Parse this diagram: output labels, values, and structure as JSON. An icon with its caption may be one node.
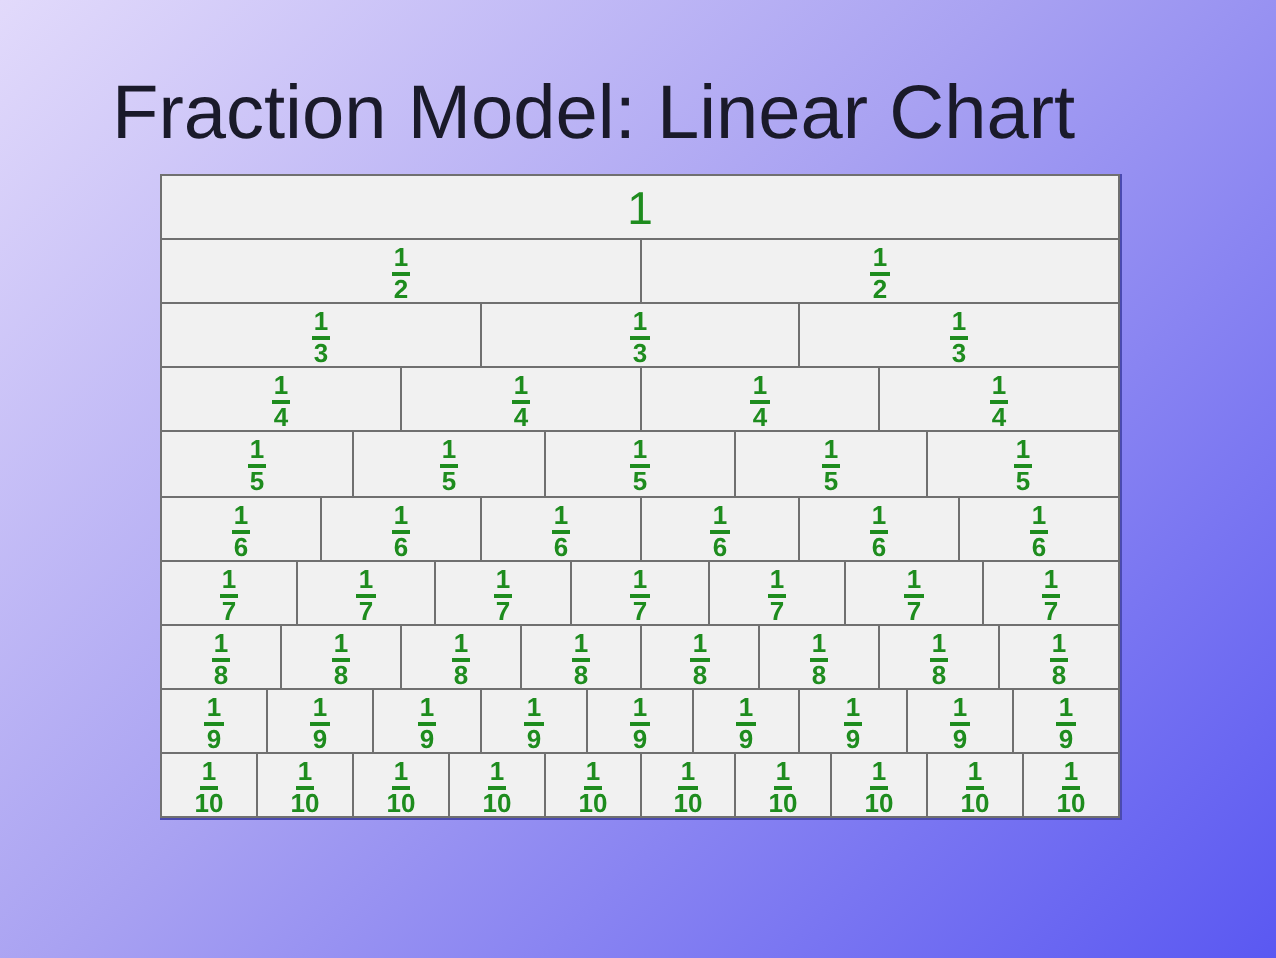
{
  "diagram": {
    "title": "Fraction Model: Linear Chart",
    "nodes": [
      {
        "text": [
          "1"
        ]
      },
      {
        "text": [
          "1",
          "2"
        ]
      },
      {
        "text": [
          "1",
          "2"
        ]
      },
      {
        "text": [
          "1",
          "3"
        ]
      },
      {
        "text": [
          "1",
          "3"
        ]
      },
      {
        "text": [
          "1",
          "3"
        ]
      },
      {
        "text": [
          "1",
          "4"
        ]
      },
      {
        "text": [
          "1",
          "4"
        ]
      },
      {
        "text": [
          "1",
          "4"
        ]
      },
      {
        "text": [
          "1",
          "4"
        ]
      },
      {
        "text": [
          "1",
          "5"
        ]
      },
      {
        "text": [
          "1",
          "5"
        ]
      },
      {
        "text": [
          "1",
          "5"
        ]
      },
      {
        "text": [
          "1",
          "5"
        ]
      },
      {
        "text": [
          "1",
          "5"
        ]
      },
      {
        "text": [
          "1",
          "6"
        ]
      },
      {
        "text": [
          "1",
          "6"
        ]
      },
      {
        "text": [
          "1",
          "6"
        ]
      },
      {
        "text": [
          "1",
          "6"
        ]
      },
      {
        "text": [
          "1",
          "6"
        ]
      },
      {
        "text": [
          "1",
          "6"
        ]
      },
      {
        "text": [
          "1",
          "7"
        ]
      },
      {
        "text": [
          "1",
          "7"
        ]
      },
      {
        "text": [
          "1",
          "7"
        ]
      },
      {
        "text": [
          "1",
          "7"
        ]
      },
      {
        "text": [
          "1",
          "7"
        ]
      },
      {
        "text": [
          "1",
          "7"
        ]
      },
      {
        "text": [
          "1",
          "7"
        ]
      },
      {
        "text": [
          "1",
          "8"
        ]
      },
      {
        "text": [
          "1",
          "8"
        ]
      },
      {
        "text": [
          "1",
          "8"
        ]
      },
      {
        "text": [
          "1",
          "8"
        ]
      },
      {
        "text": [
          "1",
          "8"
        ]
      },
      {
        "text": [
          "1",
          "8"
        ]
      },
      {
        "text": [
          "1",
          "8"
        ]
      },
      {
        "text": [
          "1",
          "8"
        ]
      },
      {
        "text": [
          "1",
          "9"
        ]
      },
      {
        "text": [
          "1",
          "9"
        ]
      },
      {
        "text": [
          "1",
          "9"
        ]
      },
      {
        "text": [
          "1",
          "9"
        ]
      },
      {
        "text": [
          "1",
          "9"
        ]
      },
      {
        "text": [
          "1",
          "9"
        ]
      },
      {
        "text": [
          "1",
          "9"
        ]
      },
      {
        "text": [
          "1",
          "9"
        ]
      },
      {
        "text": [
          "1",
          "9"
        ]
      },
      {
        "text": [
          "1",
          "10"
        ]
      },
      {
        "text": [
          "1",
          "10"
        ]
      },
      {
        "text": [
          "1",
          "10"
        ]
      },
      {
        "text": [
          "1",
          "10"
        ]
      },
      {
        "text": [
          "1",
          "10"
        ]
      },
      {
        "text": [
          "1",
          "10"
        ]
      },
      {
        "text": [
          "1",
          "10"
        ]
      },
      {
        "text": [
          "1",
          "10"
        ]
      },
      {
        "text": [
          "1",
          "10"
        ]
      },
      {
        "text": [
          "1",
          "10"
        ]
      }
    ]
  }
}
